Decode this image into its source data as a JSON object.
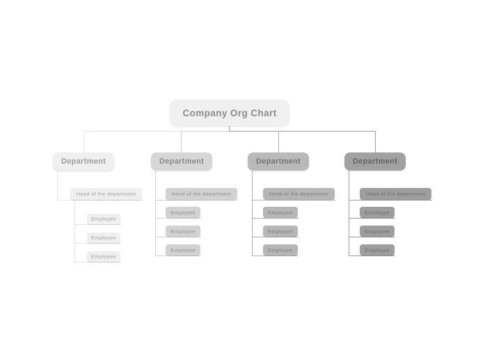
{
  "chart_title": "Company Org Chart",
  "root": {
    "label": "Company Org Chart",
    "bg": "#f0f0f0",
    "text_color": "#8c8c8c",
    "stub_color": "#9c9c9c"
  },
  "departments": [
    {
      "label": "Department",
      "bg": "#efefef",
      "text_color": "#9c9c9c",
      "child_bg": "#efefef",
      "child_text_color": "#a6a6a6",
      "edge_color": "#e4e4e4",
      "head": {
        "label": "Head of the department"
      },
      "employees": [
        {
          "label": "Employee"
        },
        {
          "label": "Employee"
        },
        {
          "label": "Employee"
        }
      ]
    },
    {
      "label": "Department",
      "bg": "#d6d6d6",
      "text_color": "#8a8a8a",
      "child_bg": "#d2d2d2",
      "child_text_color": "#929292",
      "edge_color": "#cfcfcf",
      "head": {
        "label": "Head of the department"
      },
      "employees": [
        {
          "label": "Employee"
        },
        {
          "label": "Employee"
        },
        {
          "label": "Employee"
        }
      ]
    },
    {
      "label": "Department",
      "bg": "#b9b9b9",
      "text_color": "#757575",
      "child_bg": "#b6b6b6",
      "child_text_color": "#7d7d7d",
      "edge_color": "#b2b2b2",
      "head": {
        "label": "Head of the department"
      },
      "employees": [
        {
          "label": "Employee"
        },
        {
          "label": "Employee"
        },
        {
          "label": "Employee"
        }
      ]
    },
    {
      "label": "Department",
      "bg": "#a1a1a1",
      "text_color": "#646464",
      "child_bg": "#9e9e9e",
      "child_text_color": "#6e6e6e",
      "edge_color": "#9c9c9c",
      "head": {
        "label": "Head of the department"
      },
      "employees": [
        {
          "label": "Employee"
        },
        {
          "label": "Employee"
        },
        {
          "label": "Employee"
        }
      ]
    }
  ]
}
